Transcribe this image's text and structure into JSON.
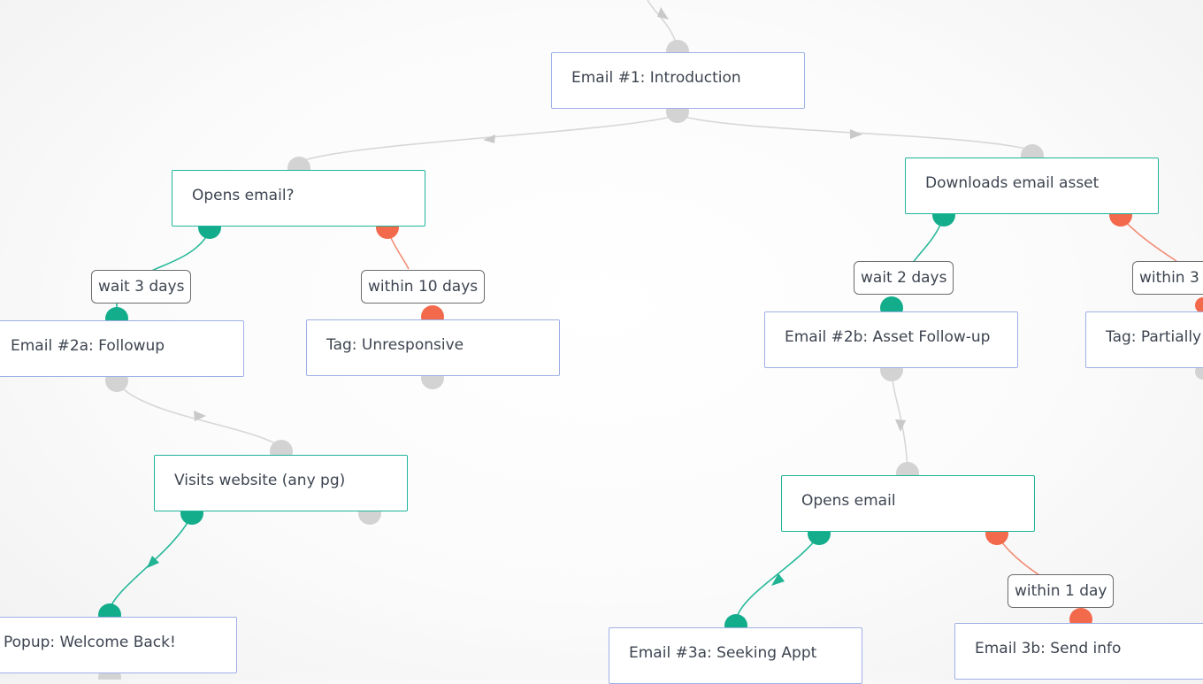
{
  "nodes": {
    "email1": "Email #1: Introduction",
    "opens_email_q": "Opens email?",
    "downloads_asset": "Downloads email asset",
    "email2a": "Email #2a: Followup",
    "tag_unresponsive": "Tag: Unresponsive",
    "email2b": "Email #2b: Asset Follow-up",
    "tag_partially": "Tag: Partially",
    "visits_website": "Visits website (any pg)",
    "opens_email": "Opens email",
    "popup": "Popup: Welcome Back!",
    "email3a": "Email #3a: Seeking Appt",
    "email3b": "Email 3b: Send info"
  },
  "labels": {
    "wait3": "wait 3 days",
    "within10": "within 10 days",
    "wait2": "wait 2 days",
    "within3": "within 3",
    "within1": "within 1 day"
  },
  "colors": {
    "yes_branch": "#13ad8c",
    "no_branch": "#f2694c",
    "connector": "#d3d3d3",
    "action_border": "#9fb0e6",
    "condition_border": "#1fb59a"
  }
}
